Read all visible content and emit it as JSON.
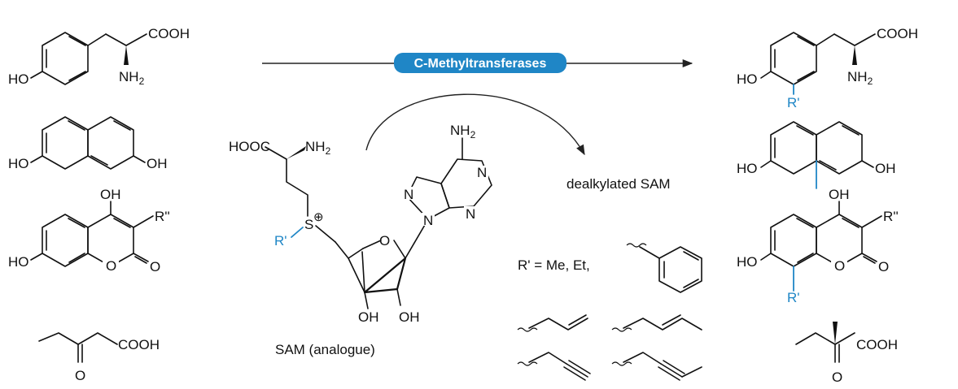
{
  "enzyme_label": "C-Methyltransferases",
  "byproduct_label": "dealkylated SAM",
  "cofactor_caption": "SAM (analogue)",
  "r_definition_prefix": "R' = Me, Et,",
  "atom_labels": {
    "cooh": "COOH",
    "hooc": "HOOC",
    "nh2": "NH",
    "nh2_sub": "2",
    "ho": "HO",
    "oh": "OH",
    "o": "O",
    "n": "N",
    "s": "S",
    "r_prime": "R'",
    "r_double": "R''",
    "plus": "⊕"
  },
  "colors": {
    "accent_blue": "#1f86c6",
    "ink": "#111111"
  }
}
